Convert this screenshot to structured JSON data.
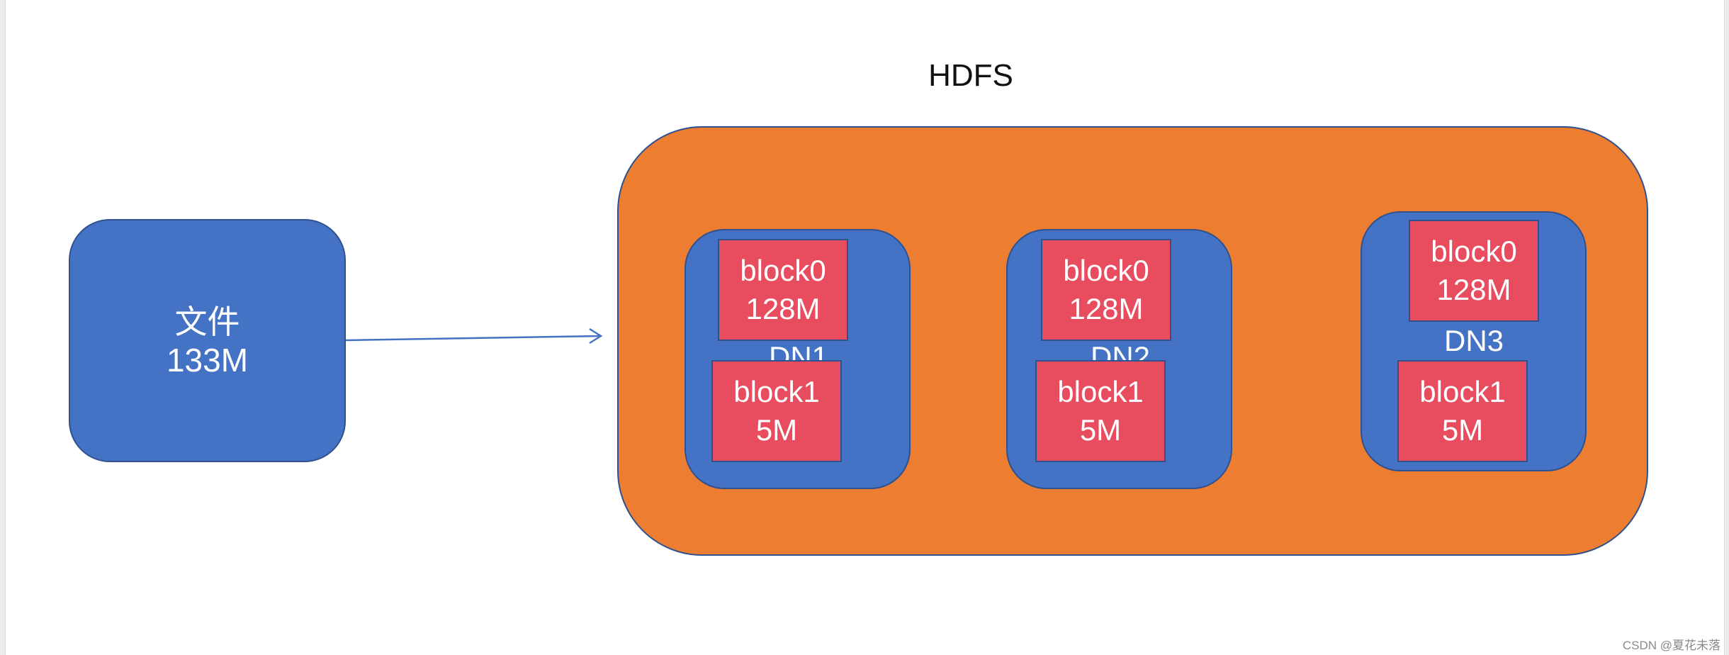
{
  "diagram": {
    "title": "HDFS",
    "file": {
      "label": "文件",
      "size": "133M"
    },
    "datanodes": [
      {
        "label": "DN1",
        "blocks": [
          {
            "name": "block0",
            "size": "128M"
          },
          {
            "name": "block1",
            "size": "5M"
          }
        ]
      },
      {
        "label": "DN2",
        "blocks": [
          {
            "name": "block0",
            "size": "128M"
          },
          {
            "name": "block1",
            "size": "5M"
          }
        ]
      },
      {
        "label": "DN3",
        "blocks": [
          {
            "name": "block0",
            "size": "128M"
          },
          {
            "name": "block1",
            "size": "5M"
          }
        ]
      }
    ],
    "watermark": "CSDN @夏花未落"
  },
  "colors": {
    "file_fill": "#4472c4",
    "hdfs_fill": "#ed7d31",
    "datanode_fill": "#4472c4",
    "block_fill": "#e74c5f",
    "outline": "#2f528f",
    "arrow": "#4472c4"
  }
}
